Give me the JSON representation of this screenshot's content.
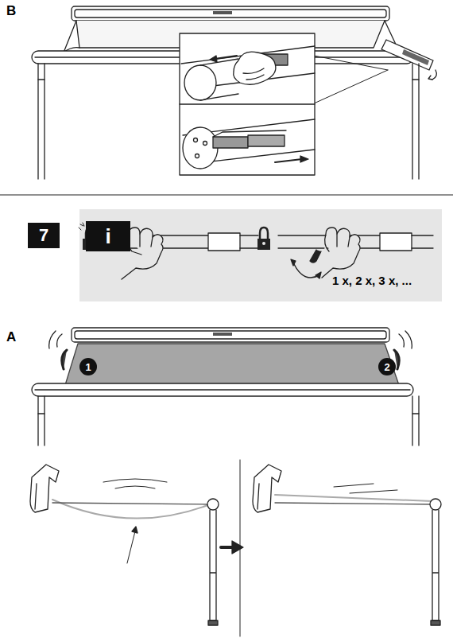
{
  "diagram": {
    "nodes": [
      {
        "text": [
          "7"
        ]
      },
      {
        "text": [
          "i"
        ]
      },
      {
        "text": [
          "1"
        ]
      },
      {
        "text": [
          "2"
        ]
      }
    ],
    "labels": [
      "B",
      "1 x, 2 x, 3 x, ...",
      "A"
    ]
  }
}
